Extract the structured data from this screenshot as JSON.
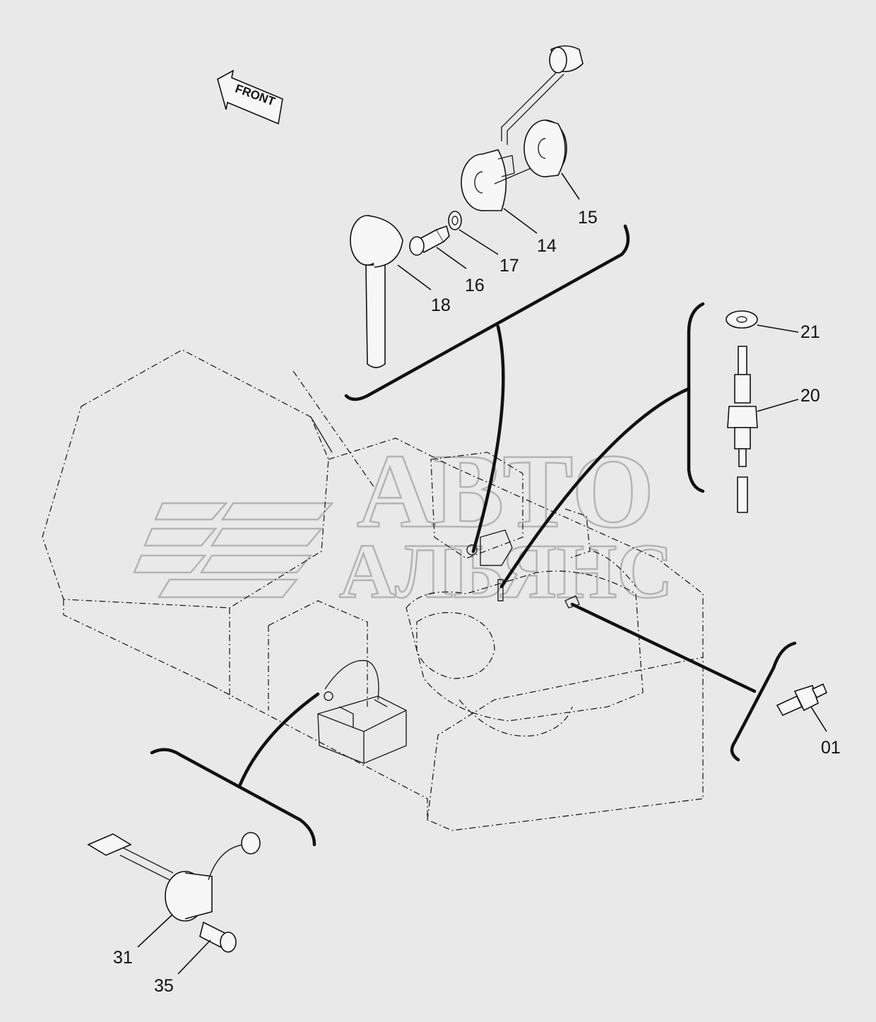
{
  "front_arrow": {
    "label": "FRONT"
  },
  "watermark": {
    "line1": "АВТО",
    "line2": "АЛЬЯНС"
  },
  "callouts": {
    "p14": "14",
    "p15": "15",
    "p16": "16",
    "p17": "17",
    "p18": "18",
    "p20": "20",
    "p21": "21",
    "p01": "01",
    "p31": "31",
    "p35": "35"
  },
  "colors": {
    "background": "#e9e9e9",
    "ink": "#111111",
    "watermark": "#8a8a8a"
  }
}
